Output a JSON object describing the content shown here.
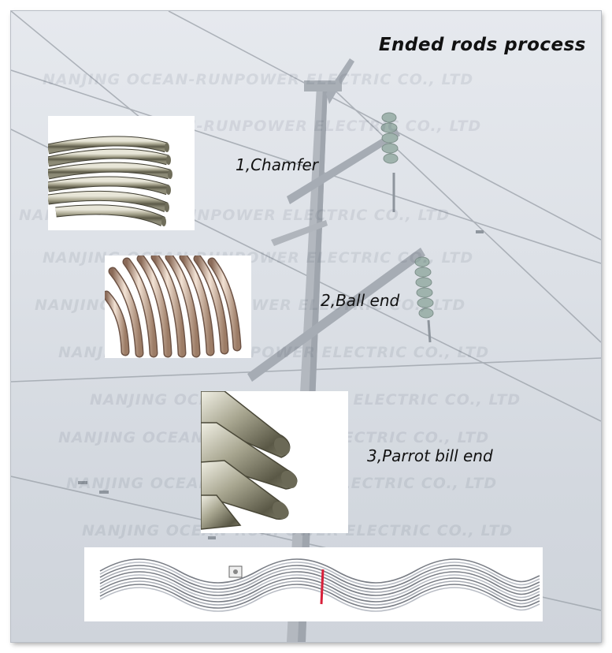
{
  "title": "Ended rods process",
  "steps": [
    {
      "label": "1,Chamfer"
    },
    {
      "label": "2,Ball end"
    },
    {
      "label": "3,Parrot bill end"
    }
  ],
  "watermark": "NANJING OCEAN-RUNPOWER ELECTRIC CO., LTD",
  "colors": {
    "sky": "#dde1e7",
    "pole": "#b8bcc2",
    "rod_steel": "#9a9a88",
    "rod_copper": "#c9ad96",
    "marker_red": "#d8203a"
  }
}
